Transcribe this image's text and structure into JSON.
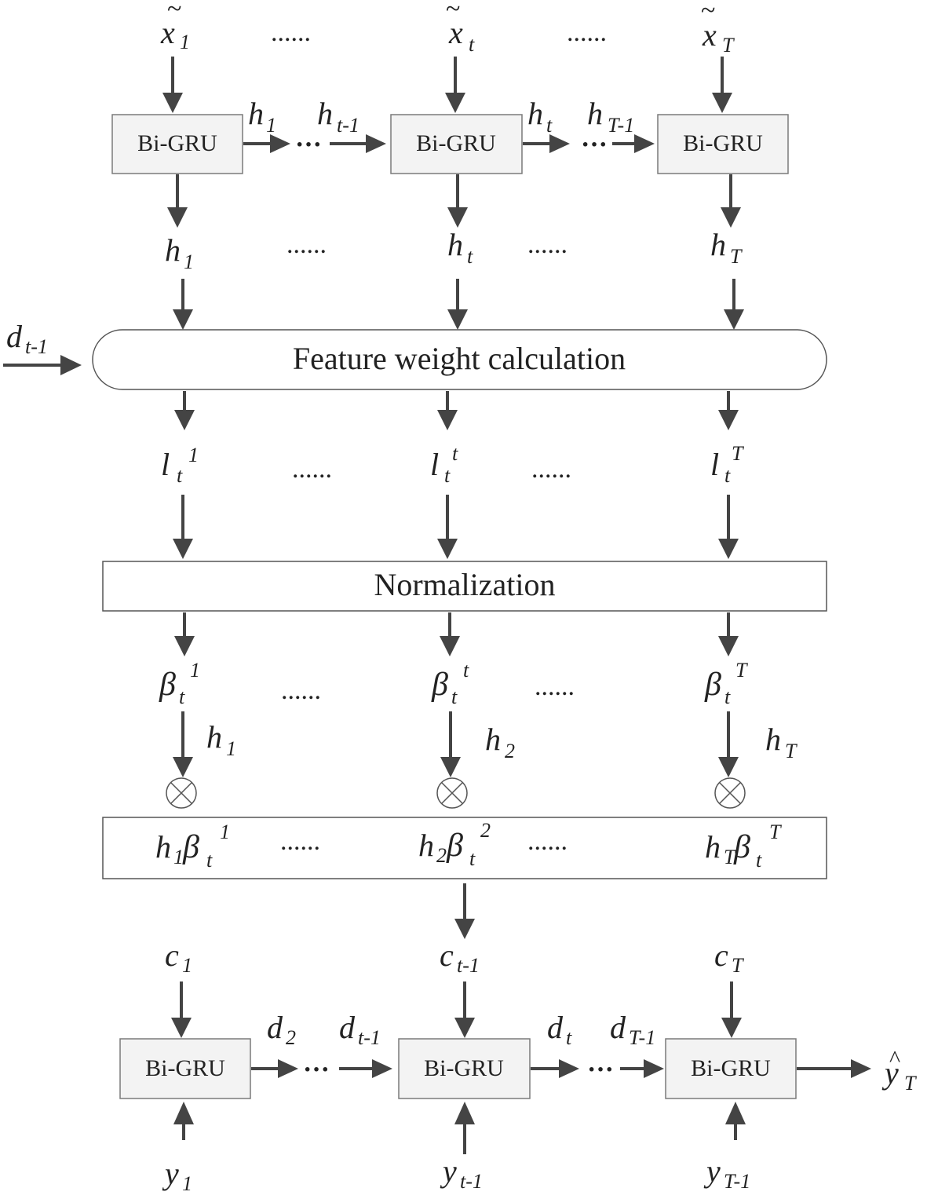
{
  "encoder": {
    "inputs": [
      "x",
      "x",
      "x"
    ],
    "input_subs": [
      "1",
      "t",
      "T"
    ],
    "cell_labels": [
      "Bi-GRU",
      "Bi-GRU",
      "Bi-GRU"
    ],
    "state_labels": [
      {
        "base": "h",
        "sub": "1"
      },
      {
        "base": "h",
        "sub": "t-1"
      },
      {
        "base": "h",
        "sub": "t"
      },
      {
        "base": "h",
        "sub": "T-1"
      }
    ],
    "hidden_outputs": [
      {
        "base": "h",
        "sub": "1"
      },
      {
        "base": "h",
        "sub": "t"
      },
      {
        "base": "h",
        "sub": "T"
      }
    ],
    "ellipsis": "......",
    "chain_dots": "···",
    "tilde": "~"
  },
  "attention": {
    "decoder_state": {
      "base": "d",
      "sub": "t-1"
    },
    "feature_block_label": "Feature weight calculation",
    "scores": [
      {
        "base": "l",
        "sub": "t",
        "sup": "1"
      },
      {
        "base": "l",
        "sub": "t",
        "sup": "t"
      },
      {
        "base": "l",
        "sub": "t",
        "sup": "T"
      }
    ],
    "normalization_label": "Normalization",
    "weights": [
      {
        "base": "β",
        "sub": "t",
        "sup": "1"
      },
      {
        "base": "β",
        "sub": "t",
        "sup": "t"
      },
      {
        "base": "β",
        "sub": "t",
        "sup": "T"
      }
    ],
    "multiplier_hidden": [
      {
        "base": "h",
        "sub": "1"
      },
      {
        "base": "h",
        "sub": "2"
      },
      {
        "base": "h",
        "sub": "T"
      }
    ],
    "multiply_symbol": "⊗",
    "products": [
      {
        "h": "h",
        "hsub": "1",
        "b": "β",
        "bsub": "t",
        "bsup": "1"
      },
      {
        "h": "h",
        "hsub": "2",
        "b": "β",
        "bsub": "t",
        "bsup": "2"
      },
      {
        "h": "h",
        "hsub": "T",
        "b": "β",
        "bsub": "t",
        "bsup": "T"
      }
    ]
  },
  "decoder": {
    "contexts": [
      {
        "base": "c",
        "sub": "1"
      },
      {
        "base": "c",
        "sub": "t-1"
      },
      {
        "base": "c",
        "sub": "T"
      }
    ],
    "cell_labels": [
      "Bi-GRU",
      "Bi-GRU",
      "Bi-GRU"
    ],
    "state_labels": [
      {
        "base": "d",
        "sub": "2"
      },
      {
        "base": "d",
        "sub": "t-1"
      },
      {
        "base": "d",
        "sub": "t"
      },
      {
        "base": "d",
        "sub": "T-1"
      }
    ],
    "targets": [
      {
        "base": "y",
        "sub": "1"
      },
      {
        "base": "y",
        "sub": "t-1"
      },
      {
        "base": "y",
        "sub": "T-1"
      }
    ],
    "output": {
      "base": "y",
      "sub": "T",
      "hat": "^"
    }
  }
}
